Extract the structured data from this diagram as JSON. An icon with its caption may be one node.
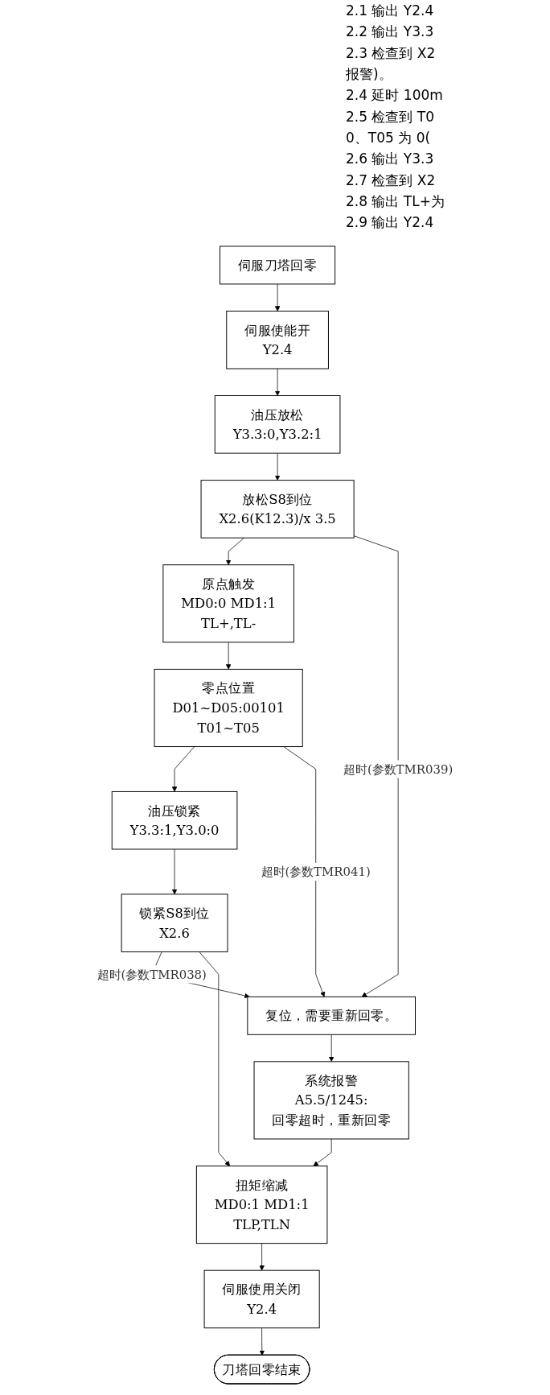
{
  "diagram": {
    "nodes": [
      {
        "text": [
          "伺服刀塔回零"
        ]
      },
      {
        "text": [
          "伺服使能开",
          "Y2.4"
        ]
      },
      {
        "text": [
          "油压放松",
          "Y3.3:0,Y3.2:1"
        ]
      },
      {
        "text": [
          "放松S8到位",
          "X2.6(K12.3)/x 3.5"
        ]
      },
      {
        "text": [
          "原点触发",
          "MD0:0 MD1:1",
          "TL+,TL-"
        ]
      },
      {
        "text": [
          "零点位置",
          "D01~D05:00101",
          "T01~T05"
        ]
      },
      {
        "text": [
          "油压锁紧",
          "Y3.3:1,Y3.0:0"
        ]
      },
      {
        "text": [
          "锁紧S8到位",
          "X2.6"
        ]
      },
      {
        "text": [
          "复位，需要重新回零。"
        ]
      },
      {
        "text": [
          "系统报警",
          "A5.5/1245:",
          "回零超时，重新回零"
        ]
      },
      {
        "text": [
          "扭矩缩减",
          "MD0:1 MD1:1",
          "TLP,TLN"
        ]
      },
      {
        "text": [
          "伺服使用关闭",
          "Y2.4"
        ]
      },
      {
        "text": [
          "刀塔回零结束"
        ]
      }
    ],
    "edges": [
      {
        "from": 0,
        "to": 1,
        "arrow": "to"
      },
      {
        "from": 1,
        "to": 2,
        "arrow": "to"
      },
      {
        "from": 2,
        "to": 3,
        "arrow": "to"
      },
      {
        "from": 3,
        "to": 4,
        "arrow": "to"
      },
      {
        "from": 3,
        "to": 8,
        "arrow": "to",
        "label": "超时(参数TMR039)"
      },
      {
        "from": 4,
        "to": 5,
        "arrow": "to"
      },
      {
        "from": 5,
        "to": 6,
        "arrow": "to"
      },
      {
        "from": 5,
        "to": 8,
        "arrow": "to",
        "label": "超时(参数TMR041)"
      },
      {
        "from": 6,
        "to": 7,
        "arrow": "to"
      },
      {
        "from": 7,
        "to": 8,
        "arrow": "to",
        "label": "超时(参数TMR038)"
      },
      {
        "from": 7,
        "to": 10,
        "arrow": "to"
      },
      {
        "from": 8,
        "to": 9,
        "arrow": "to"
      },
      {
        "from": 9,
        "to": 10,
        "arrow": "to"
      },
      {
        "from": 10,
        "to": 11,
        "arrow": "to"
      },
      {
        "from": 11,
        "to": 12,
        "arrow": "to"
      }
    ],
    "labels": [
      "2.1 输出 Y2.4",
      "2.2 输出 Y3.3",
      "2.3 检查到 X2",
      "报警)。",
      "2.4 延时 100m",
      "2.5 检查到 T0",
      "0、T05 为 0(",
      "2.6 输出 Y3.3",
      "2.7 检查到 X2",
      "2.8 输出 TL+为",
      "2.9 输出 Y2.4"
    ]
  }
}
